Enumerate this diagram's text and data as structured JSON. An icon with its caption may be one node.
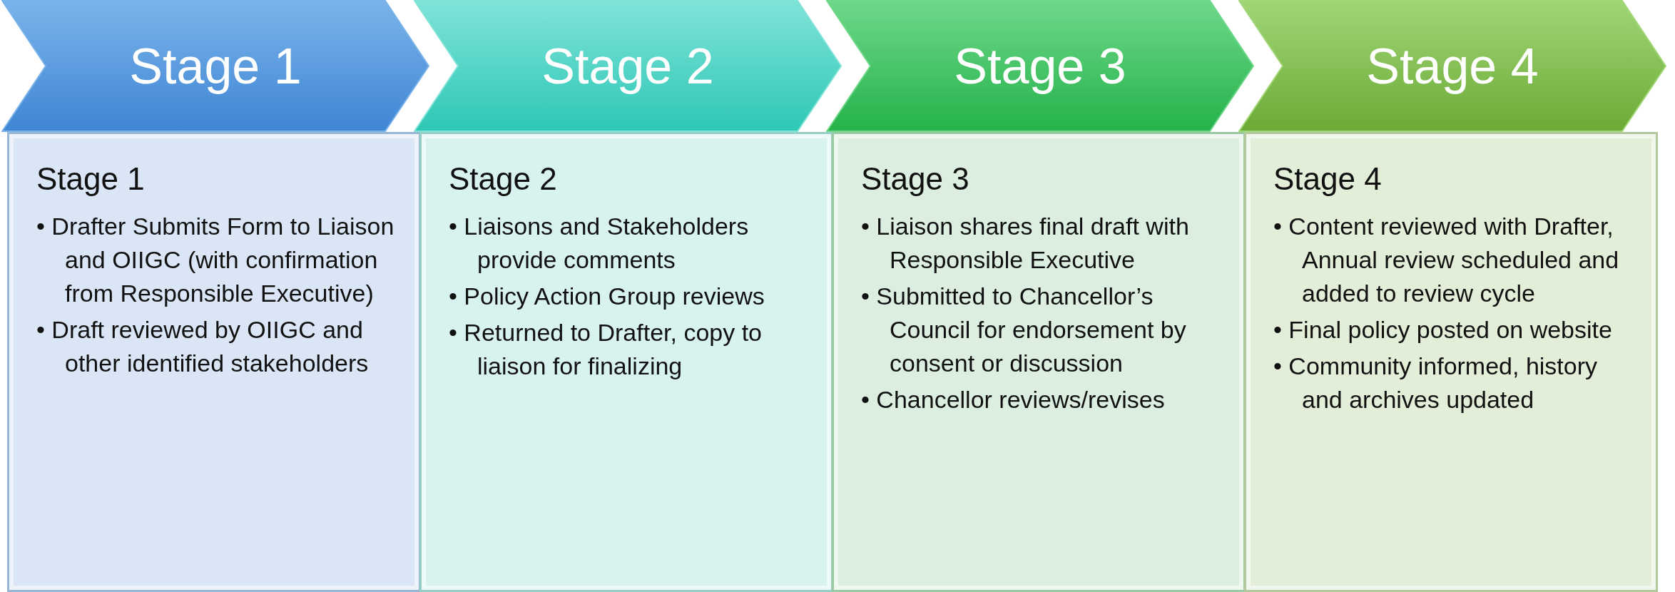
{
  "diagram": {
    "nodes": [
      {
        "text": [
          "Stage 1"
        ]
      },
      {
        "text": [
          "Stage 1",
          "• Drafter Submits Form to Liaison and OIIGC (with confirmation from Responsible Executive)",
          "• Draft reviewed by OIIGC and other identified stakeholders"
        ]
      },
      {
        "text": [
          "Stage 2"
        ]
      },
      {
        "text": [
          "Stage 2",
          "• Liaisons and Stakeholders provide comments",
          "• Policy Action Group reviews",
          "• Returned to Drafter, copy to liaison for finalizing"
        ]
      },
      {
        "text": [
          "Stage 3"
        ]
      },
      {
        "text": [
          "Stage 3",
          "• Liaison shares final draft with Responsible Executive",
          "• Submitted to Chancellor’s Council for endorsement by consent or discussion",
          "• Chancellor reviews/revises"
        ]
      },
      {
        "text": [
          "Stage 4"
        ]
      },
      {
        "text": [
          "Stage 4",
          "• Content reviewed with Drafter, Annual review scheduled and added to review cycle",
          "• Final policy posted on website",
          "• Community informed, history and archives updated"
        ]
      }
    ]
  }
}
